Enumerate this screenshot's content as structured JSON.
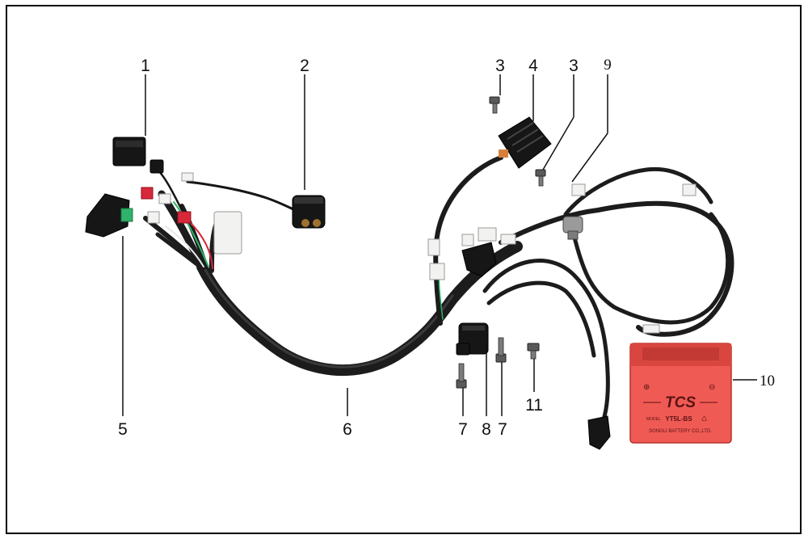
{
  "diagram": {
    "callouts": {
      "c1": "1",
      "c2": "2",
      "c3a": "3",
      "c4": "4",
      "c3b": "3",
      "c9": "9",
      "c5": "5",
      "c6": "6",
      "c7a": "7",
      "c8": "8",
      "c7b": "7",
      "c11": "11",
      "c10": "10"
    },
    "battery": {
      "brand": "TCS",
      "model_prefix": "MODEL",
      "model": "YT5L-BS",
      "maker": "SONGLI BATTERY CO.,LTD."
    },
    "colors": {
      "frame": "#000000",
      "battery_body": "#f05a55",
      "battery_top": "#d9463f",
      "wire": "#1c1c1c",
      "connector_red": "#d8283a",
      "connector_green": "#2fb36a",
      "connector_white": "#f2f2f0"
    }
  }
}
